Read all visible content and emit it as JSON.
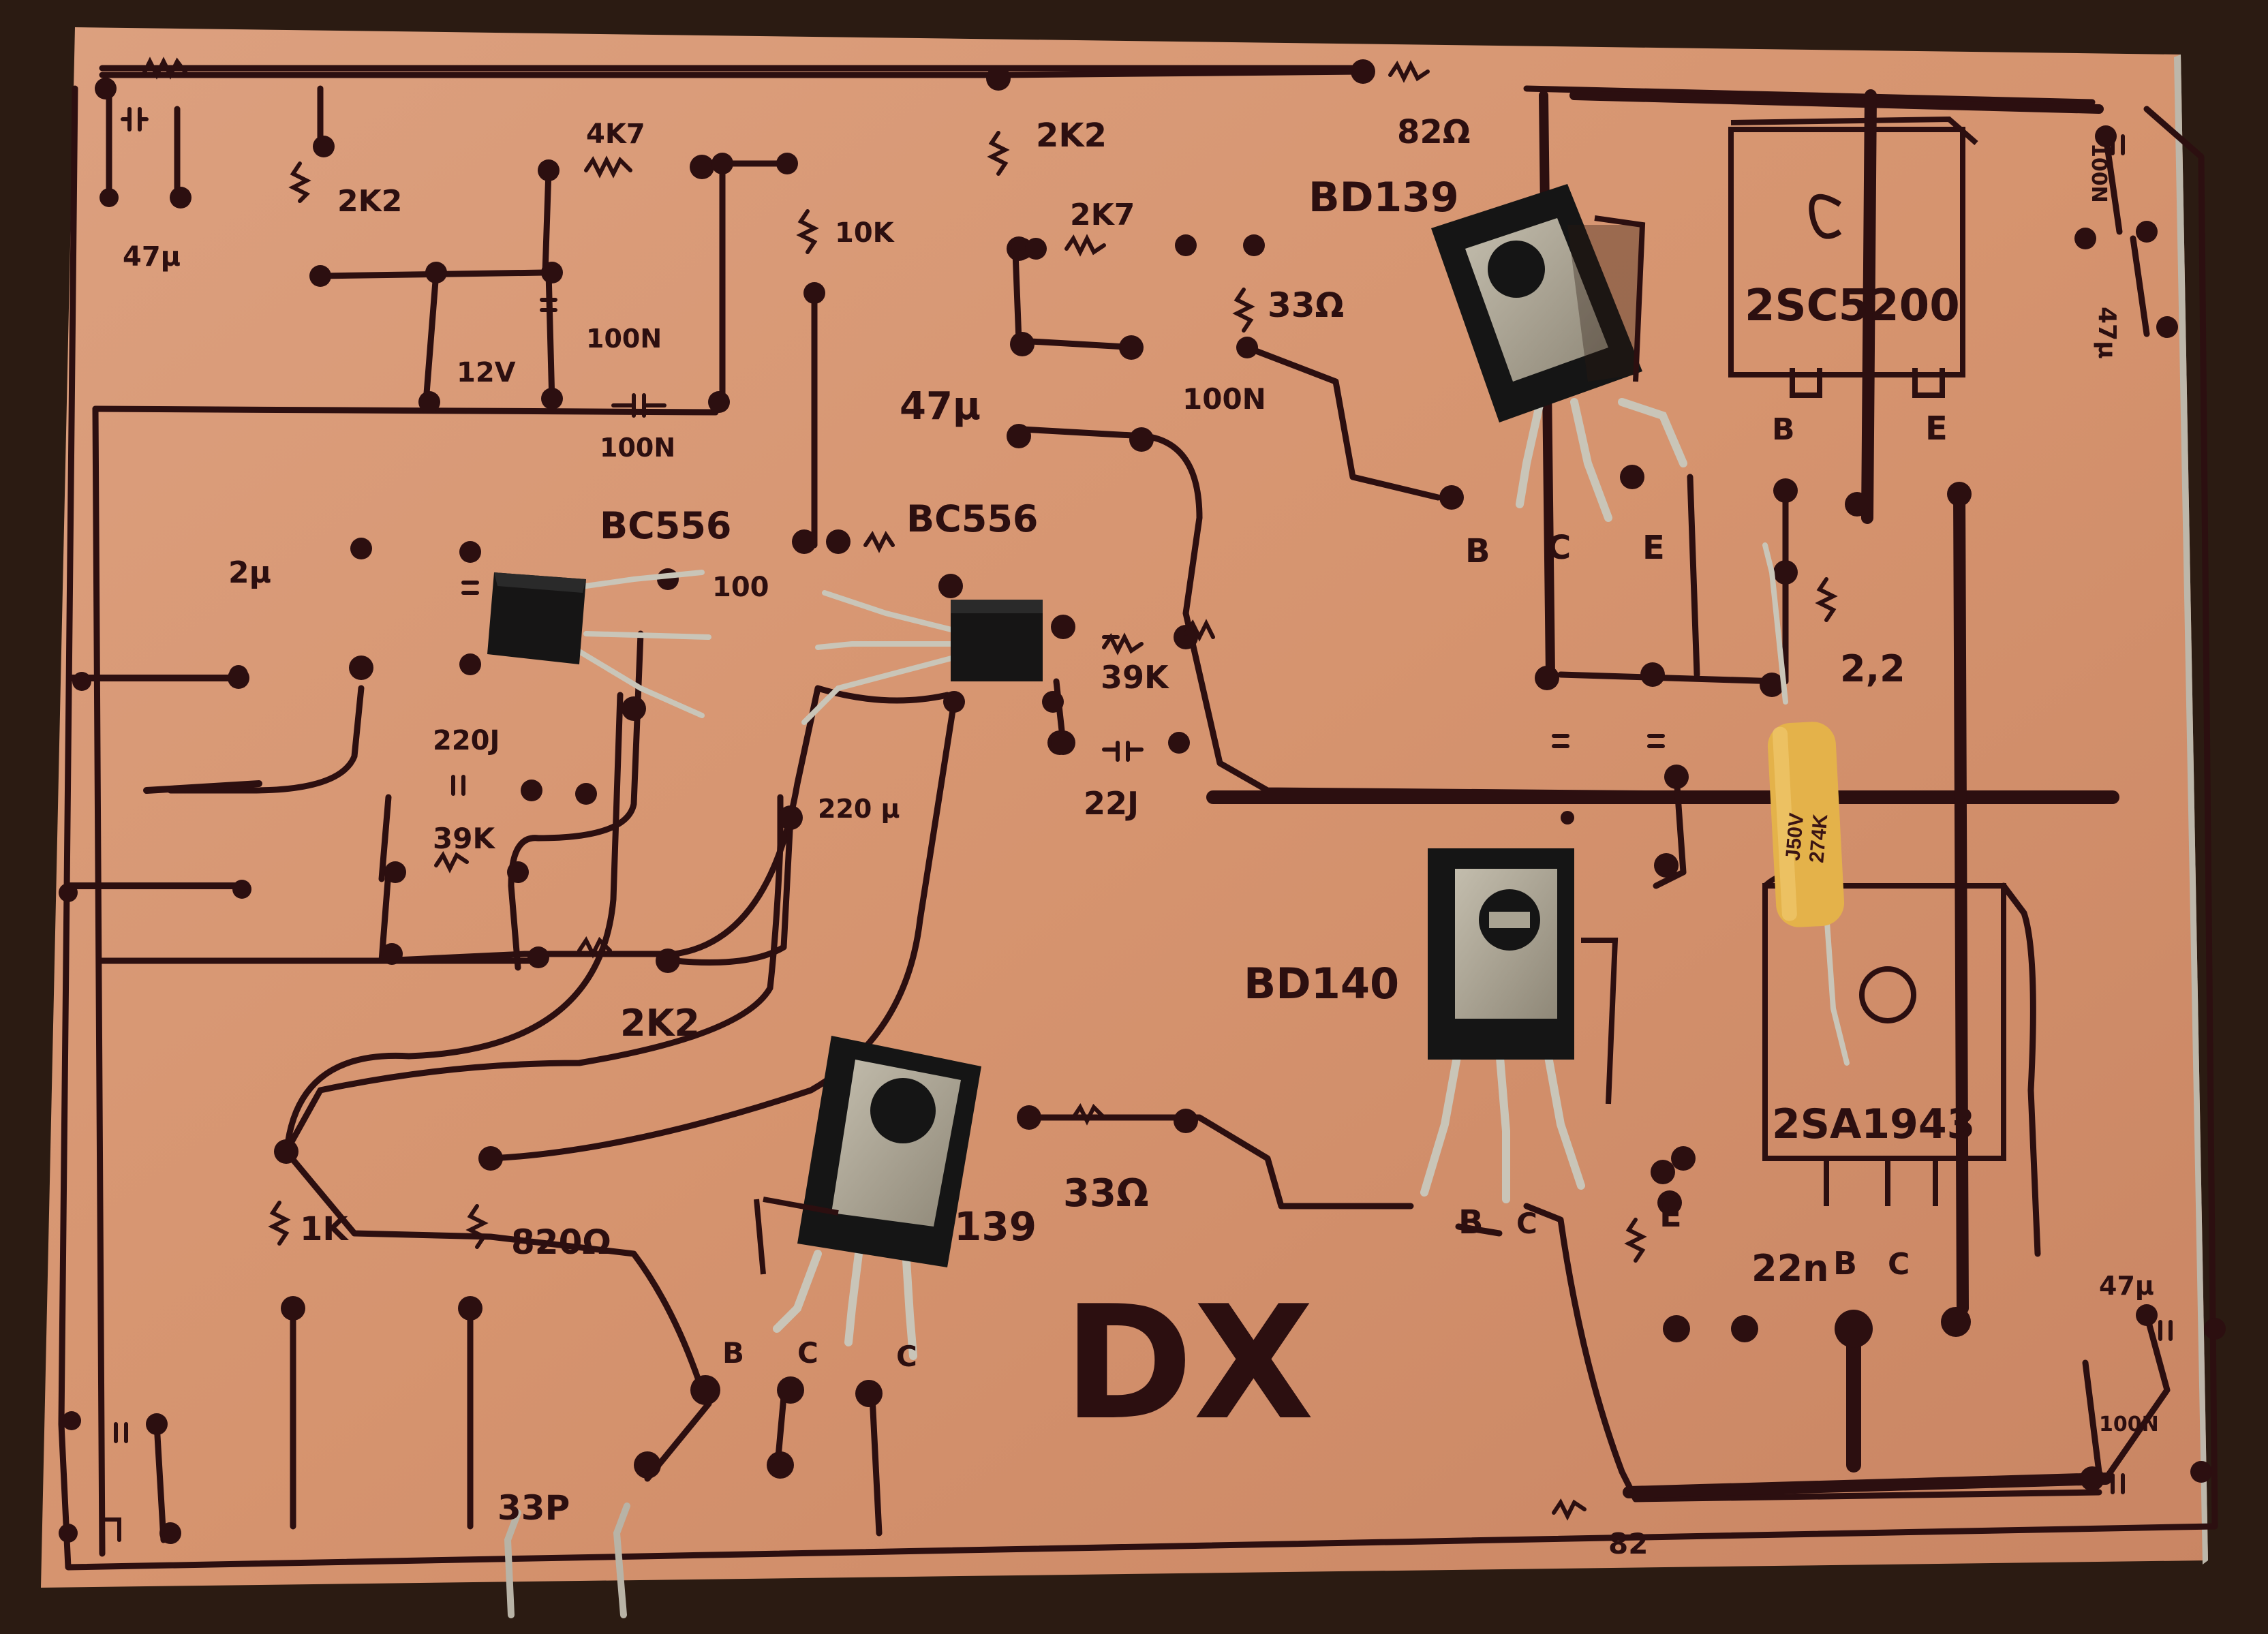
{
  "colors": {
    "background": "#2a1a12",
    "copper": "#d99a78",
    "copper_dark": "#c47f5e",
    "ink": "#2c0f10",
    "transistor_body": "#151515",
    "metal_tab": "#a9a392",
    "solder": "#c9c5b8",
    "capacitor_yellow": "#e4b24a"
  },
  "board": {
    "big_label": "DX"
  },
  "labels": [
    {
      "id": "l-2k2-a",
      "text": "2K2"
    },
    {
      "id": "l-4k7-a",
      "text": "4K7"
    },
    {
      "id": "l-47u-a",
      "text": "47μ"
    },
    {
      "id": "l-12v",
      "text": "12V"
    },
    {
      "id": "l-100n-a",
      "text": "100N"
    },
    {
      "id": "l-100n-b",
      "text": "100N"
    },
    {
      "id": "l-10k",
      "text": "10K"
    },
    {
      "id": "l-2k2-b",
      "text": "2K2"
    },
    {
      "id": "l-2k7",
      "text": "2K7"
    },
    {
      "id": "l-47u-b",
      "text": "47μ"
    },
    {
      "id": "l-100n-c",
      "text": "100N"
    },
    {
      "id": "l-33r-a",
      "text": "33Ω"
    },
    {
      "id": "l-82r-a",
      "text": "82Ω"
    },
    {
      "id": "l-bc556-a",
      "text": "BC556"
    },
    {
      "id": "l-bc556-b",
      "text": "BC556"
    },
    {
      "id": "l-2u",
      "text": "2μ"
    },
    {
      "id": "l-100",
      "text": "100"
    },
    {
      "id": "l-220j",
      "text": "220J"
    },
    {
      "id": "l-39k-a",
      "text": "39K"
    },
    {
      "id": "l-39k-b",
      "text": "39K"
    },
    {
      "id": "l-22j",
      "text": "22J"
    },
    {
      "id": "l-220u",
      "text": "220 μ"
    },
    {
      "id": "l-2k2-c",
      "text": "2K2"
    },
    {
      "id": "l-bd139-a",
      "text": "BD139"
    },
    {
      "id": "l-bd140",
      "text": "BD140"
    },
    {
      "id": "l-139",
      "text": "139"
    },
    {
      "id": "l-33r-b",
      "text": "33Ω"
    },
    {
      "id": "l-1k",
      "text": "1K"
    },
    {
      "id": "l-820r",
      "text": "820Ω"
    },
    {
      "id": "l-33p",
      "text": "33P"
    },
    {
      "id": "l-2r2",
      "text": "2,2"
    },
    {
      "id": "l-22n",
      "text": "22n"
    },
    {
      "id": "l-82z",
      "text": "82"
    },
    {
      "id": "l-47u-c",
      "text": "47μ"
    },
    {
      "id": "l-47u-d",
      "text": "47μ"
    },
    {
      "id": "l-100n-d",
      "text": "100N"
    },
    {
      "id": "l-100n-e",
      "text": "100N"
    }
  ],
  "pin_labels": {
    "bd139_top": [
      "B",
      "C",
      "E"
    ],
    "bd140": [
      "B",
      "C",
      "E"
    ],
    "bd139_bottom": [
      "B",
      "C",
      "C"
    ],
    "power_top": [
      "B",
      "E"
    ],
    "power_bottom": [
      "B",
      "C"
    ]
  },
  "component_markings": {
    "power_top": "2SC5200",
    "power_bottom": "2SA1943",
    "yellow_cap_line1": "J50V",
    "yellow_cap_line2": "274K"
  }
}
